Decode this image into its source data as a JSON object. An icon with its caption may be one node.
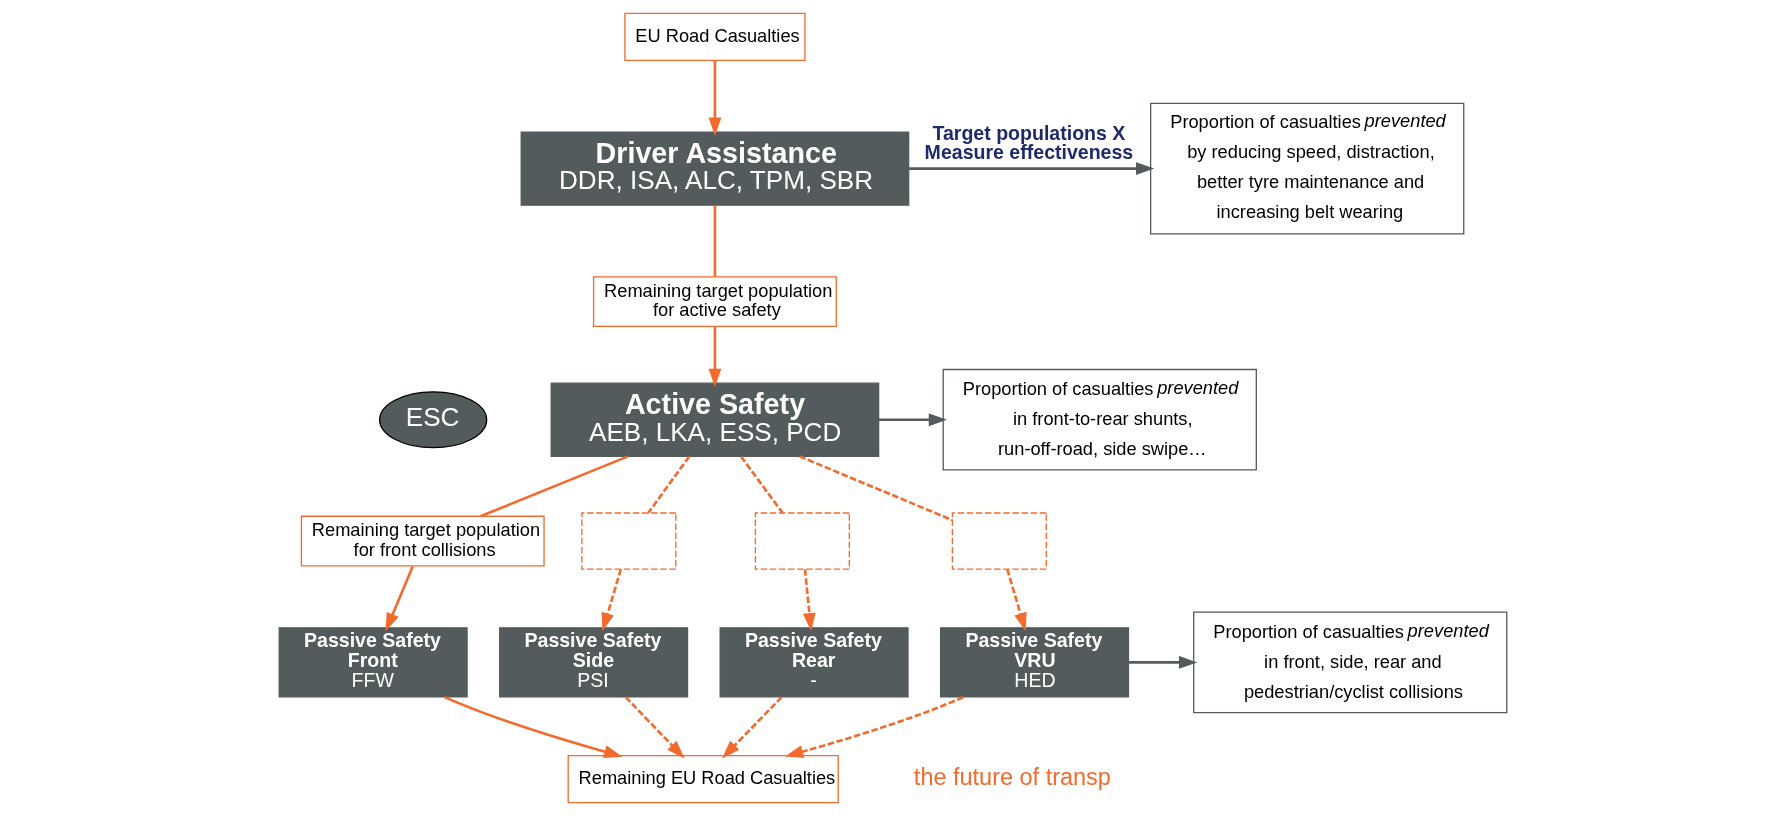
{
  "diagram": {
    "nodes": [
      {
        "text": [
          "EU Road Casualties"
        ]
      },
      {
        "text": [
          "Driver Assistance",
          "DDR, ISA, ALC, TPM, SBR"
        ]
      },
      {
        "text": [
          "Proportion of casualties *prevented* by reducing speed, distraction, better tyre maintenance and increasing belt wearing"
        ]
      },
      {
        "text": [
          "Remaining target population for active safety"
        ]
      },
      {
        "text": [
          "ESC"
        ]
      },
      {
        "text": [
          "Active Safety",
          "AEB, LKA, ESS, PCD"
        ]
      },
      {
        "text": [
          "Proportion of casualties *prevented* in front-to-rear shunts, run-off-road, side swipe…"
        ]
      },
      {
        "text": [
          "Remaining target population for front collisions"
        ]
      },
      {
        "text": [],
        "shape": "box"
      },
      {
        "text": [],
        "shape": "box"
      },
      {
        "text": [],
        "shape": "box"
      },
      {
        "text": [
          "Passive Safety Front",
          "FFW"
        ]
      },
      {
        "text": [
          "Passive Safety Side",
          "PSI"
        ]
      },
      {
        "text": [
          "Passive Safety Rear",
          "-"
        ]
      },
      {
        "text": [
          "Passive Safety VRU",
          "HED"
        ]
      },
      {
        "text": [
          "Proportion of casualties *prevented* in front, side, rear and pedestrian/cyclist collisions"
        ]
      },
      {
        "text": [
          "Remaining EU Road Casualties"
        ]
      }
    ],
    "edges": [
      {
        "from": 0,
        "to": 1,
        "arrow": "to"
      },
      {
        "from": 1,
        "to": 2,
        "arrow": "to",
        "label": "Target populations X Measure effectiveness",
        "color": "#545b5d"
      },
      {
        "from": 1,
        "to": 3,
        "arrow": "none"
      },
      {
        "from": 3,
        "to": 5,
        "arrow": "to"
      },
      {
        "from": 5,
        "to": 6,
        "arrow": "to",
        "color": "#545b5d"
      },
      {
        "from": 5,
        "to": 7,
        "arrow": "none"
      },
      {
        "from": 7,
        "to": 11,
        "arrow": "to"
      },
      {
        "from": 5,
        "to": 8,
        "arrow": "none",
        "style": "dashed"
      },
      {
        "from": 8,
        "to": 12,
        "arrow": "to",
        "style": "dashed"
      },
      {
        "from": 5,
        "to": 9,
        "arrow": "none",
        "style": "dashed"
      },
      {
        "from": 9,
        "to": 13,
        "arrow": "to",
        "style": "dashed"
      },
      {
        "from": 5,
        "to": 10,
        "arrow": "none",
        "style": "dashed"
      },
      {
        "from": 10,
        "to": 14,
        "arrow": "to",
        "style": "dashed"
      },
      {
        "from": 14,
        "to": 15,
        "arrow": "to",
        "color": "#545b5d"
      },
      {
        "from": 11,
        "to": 16,
        "arrow": "to"
      },
      {
        "from": 12,
        "to": 16,
        "arrow": "to",
        "style": "dashed"
      },
      {
        "from": 13,
        "to": 16,
        "arrow": "to",
        "style": "dashed"
      },
      {
        "from": 14,
        "to": 16,
        "arrow": "to",
        "style": "dashed"
      }
    ],
    "labels": [
      "the future of transp"
    ]
  }
}
